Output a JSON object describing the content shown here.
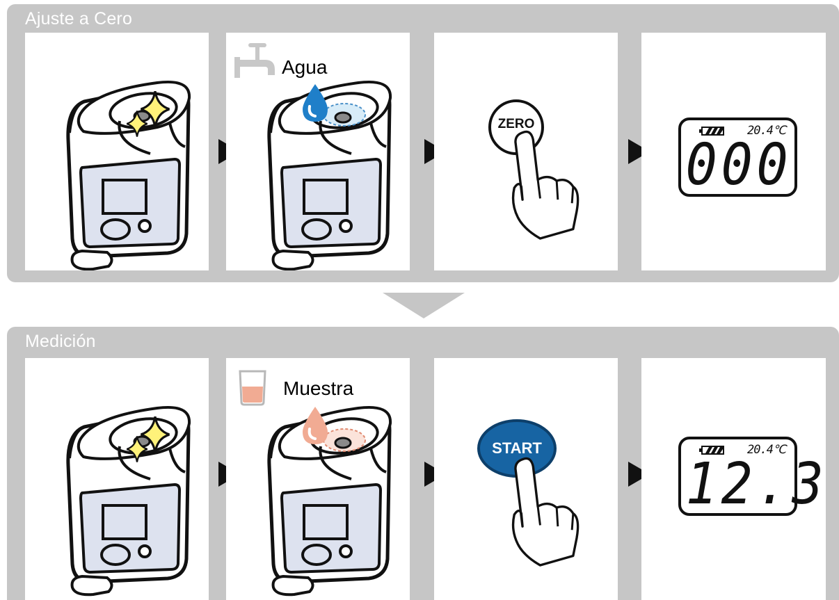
{
  "zero_section": {
    "title": "Ajuste a Cero",
    "water_label": "Agua",
    "button_label": "ZERO",
    "display_temperature": "20.4℃",
    "display_value": "000"
  },
  "measure_section": {
    "title": "Medición",
    "sample_label": "Muestra",
    "button_label": "START",
    "display_temperature": "20.4℃",
    "display_value": "12.3"
  },
  "colors": {
    "frame_gray": "#c6c6c6",
    "device_panel_blue": "#dde2ef",
    "water_blue": "#1f7fc9",
    "sample_peach": "#f1ab93",
    "start_button_blue": "#1764a3",
    "sparkle_yellow": "#fff27a"
  },
  "icons": [
    "sparkle-icon",
    "faucet-icon",
    "water-drop-icon",
    "cup-icon",
    "sample-drop-icon",
    "pointing-hand-icon",
    "battery-icon",
    "next-step-arrow",
    "down-arrow"
  ]
}
